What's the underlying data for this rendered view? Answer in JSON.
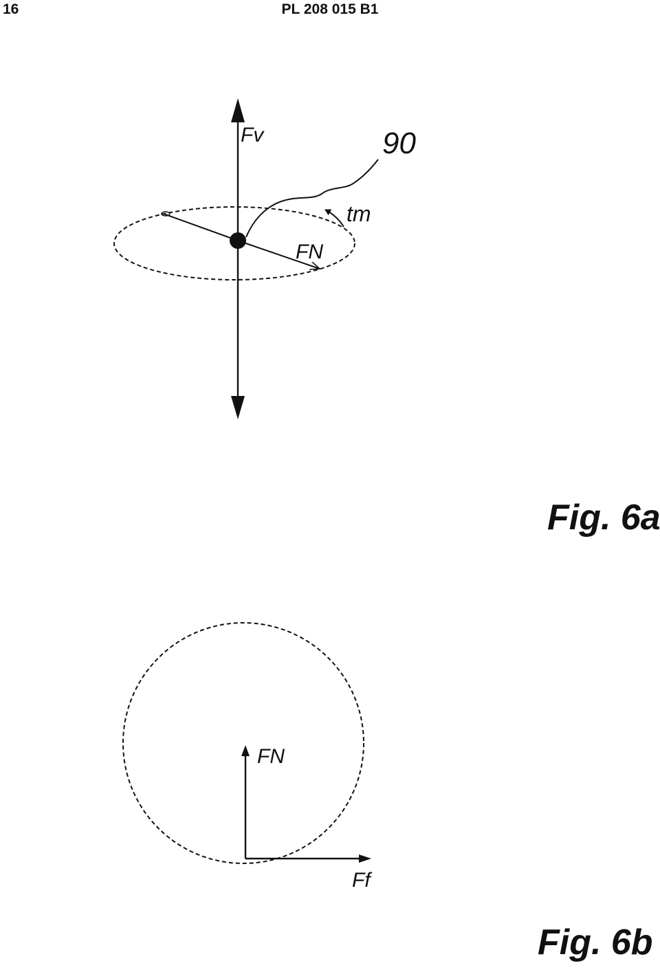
{
  "header": {
    "page_number": "16",
    "patent_number": "PL 208 015 B1"
  },
  "fig6a": {
    "label_fv": "Fv",
    "label_ref": "90",
    "label_tm": "tm",
    "label_fn": "FN",
    "caption": "Fig. 6a"
  },
  "fig6b": {
    "label_fn": "FN",
    "label_ff": "Ff",
    "caption": "Fig. 6b"
  }
}
